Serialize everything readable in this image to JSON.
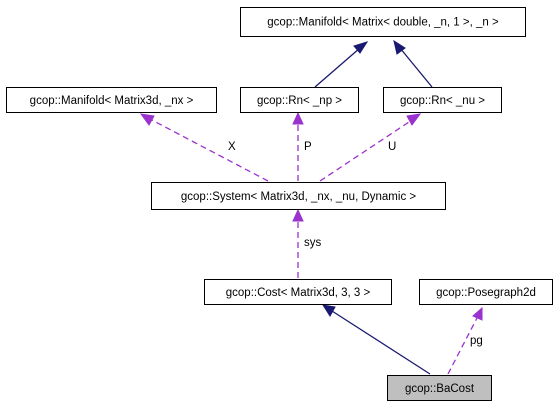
{
  "nodes": {
    "manifold_matrix": "gcop::Manifold< Matrix< double, _n, 1 >, _n >",
    "manifold_matrix3d": "gcop::Manifold< Matrix3d, _nx >",
    "rn_np": "gcop::Rn< _np >",
    "rn_nu": "gcop::Rn< _nu >",
    "system": "gcop::System< Matrix3d, _nx, _nu, Dynamic >",
    "cost": "gcop::Cost< Matrix3d, 3, 3 >",
    "posegraph": "gcop::Posegraph2d",
    "bacost": "gcop::BaCost"
  },
  "edges": {
    "x_label": "X",
    "p_label": "P",
    "u_label": "U",
    "sys_label": "sys",
    "pg_label": "pg"
  },
  "colors": {
    "inheritance": "#191970",
    "usage": "#9a32cd",
    "highlight_fill": "#bfbfbf"
  }
}
